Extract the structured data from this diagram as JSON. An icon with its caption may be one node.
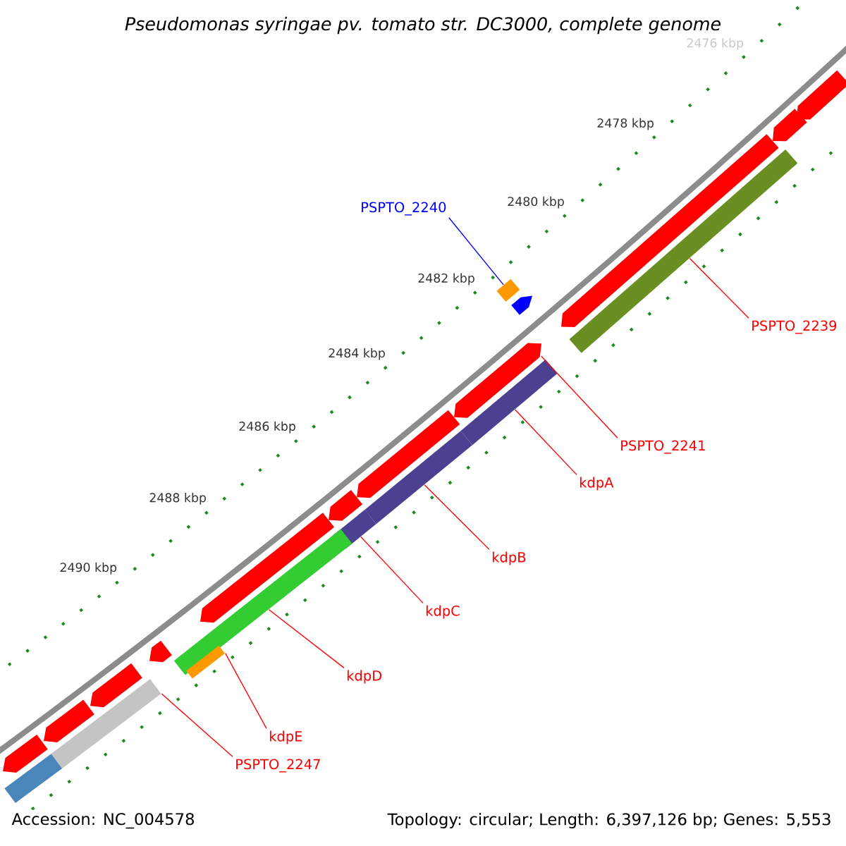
{
  "diagram": {
    "title": "Pseudomonas syringae pv. tomato str. DC3000, complete genome",
    "nodes": [
      {
        "text": [
          "PSPTO_2240"
        ]
      },
      {
        "text": [],
        "shape": "box"
      },
      {
        "text": [
          "PSPTO_2239"
        ]
      },
      {
        "text": [],
        "shape": "bar"
      },
      {
        "text": [
          "PSPTO_2241"
        ]
      },
      {
        "text": [],
        "shape": "arrow"
      },
      {
        "text": [
          "kdpA"
        ]
      },
      {
        "text": [],
        "shape": "bar"
      },
      {
        "text": [
          "kdpB"
        ]
      },
      {
        "text": [],
        "shape": "bar"
      },
      {
        "text": [
          "kdpC"
        ]
      },
      {
        "text": [],
        "shape": "bar"
      },
      {
        "text": [
          "kdpD"
        ]
      },
      {
        "text": [],
        "shape": "bar"
      },
      {
        "text": [
          "kdpE"
        ]
      },
      {
        "text": [],
        "shape": "bar"
      },
      {
        "text": [
          "PSPTO_2247"
        ]
      },
      {
        "text": [],
        "shape": "bar"
      },
      {
        "text": [],
        "shape": "arrow"
      },
      {
        "text": [],
        "shape": "arrow"
      },
      {
        "text": [],
        "shape": "arrow"
      },
      {
        "text": [],
        "shape": "arrow"
      },
      {
        "text": [],
        "shape": "arrow"
      },
      {
        "text": [],
        "shape": "arrow"
      },
      {
        "text": [],
        "shape": "arrow"
      },
      {
        "text": [],
        "shape": "arrow"
      },
      {
        "text": [],
        "shape": "arrow"
      },
      {
        "text": [],
        "shape": "arrow"
      },
      {
        "text": [],
        "shape": "arrow"
      },
      {
        "text": [],
        "shape": "bar"
      },
      {
        "text": [],
        "shape": "arrow"
      }
    ],
    "edges": [
      {
        "from": 0,
        "to": 1,
        "arrow": "none",
        "color": "#0000ff"
      },
      {
        "from": 2,
        "to": 3,
        "arrow": "none"
      },
      {
        "from": 4,
        "to": 5,
        "arrow": "none"
      },
      {
        "from": 6,
        "to": 7,
        "arrow": "none"
      },
      {
        "from": 8,
        "to": 9,
        "arrow": "none"
      },
      {
        "from": 10,
        "to": 11,
        "arrow": "none"
      },
      {
        "from": 12,
        "to": 13,
        "arrow": "none"
      },
      {
        "from": 14,
        "to": 15,
        "arrow": "none"
      },
      {
        "from": 16,
        "to": 17,
        "arrow": "none"
      }
    ],
    "labels": [
      "2476 kbp",
      "2478 kbp",
      "2480 kbp",
      "2482 kbp",
      "2484 kbp",
      "2486 kbp",
      "2488 kbp",
      "2490 kbp",
      "Accession: NC_004578",
      "Topology: circular; Length: 6,397,126 bp; Genes: 5,553"
    ]
  }
}
